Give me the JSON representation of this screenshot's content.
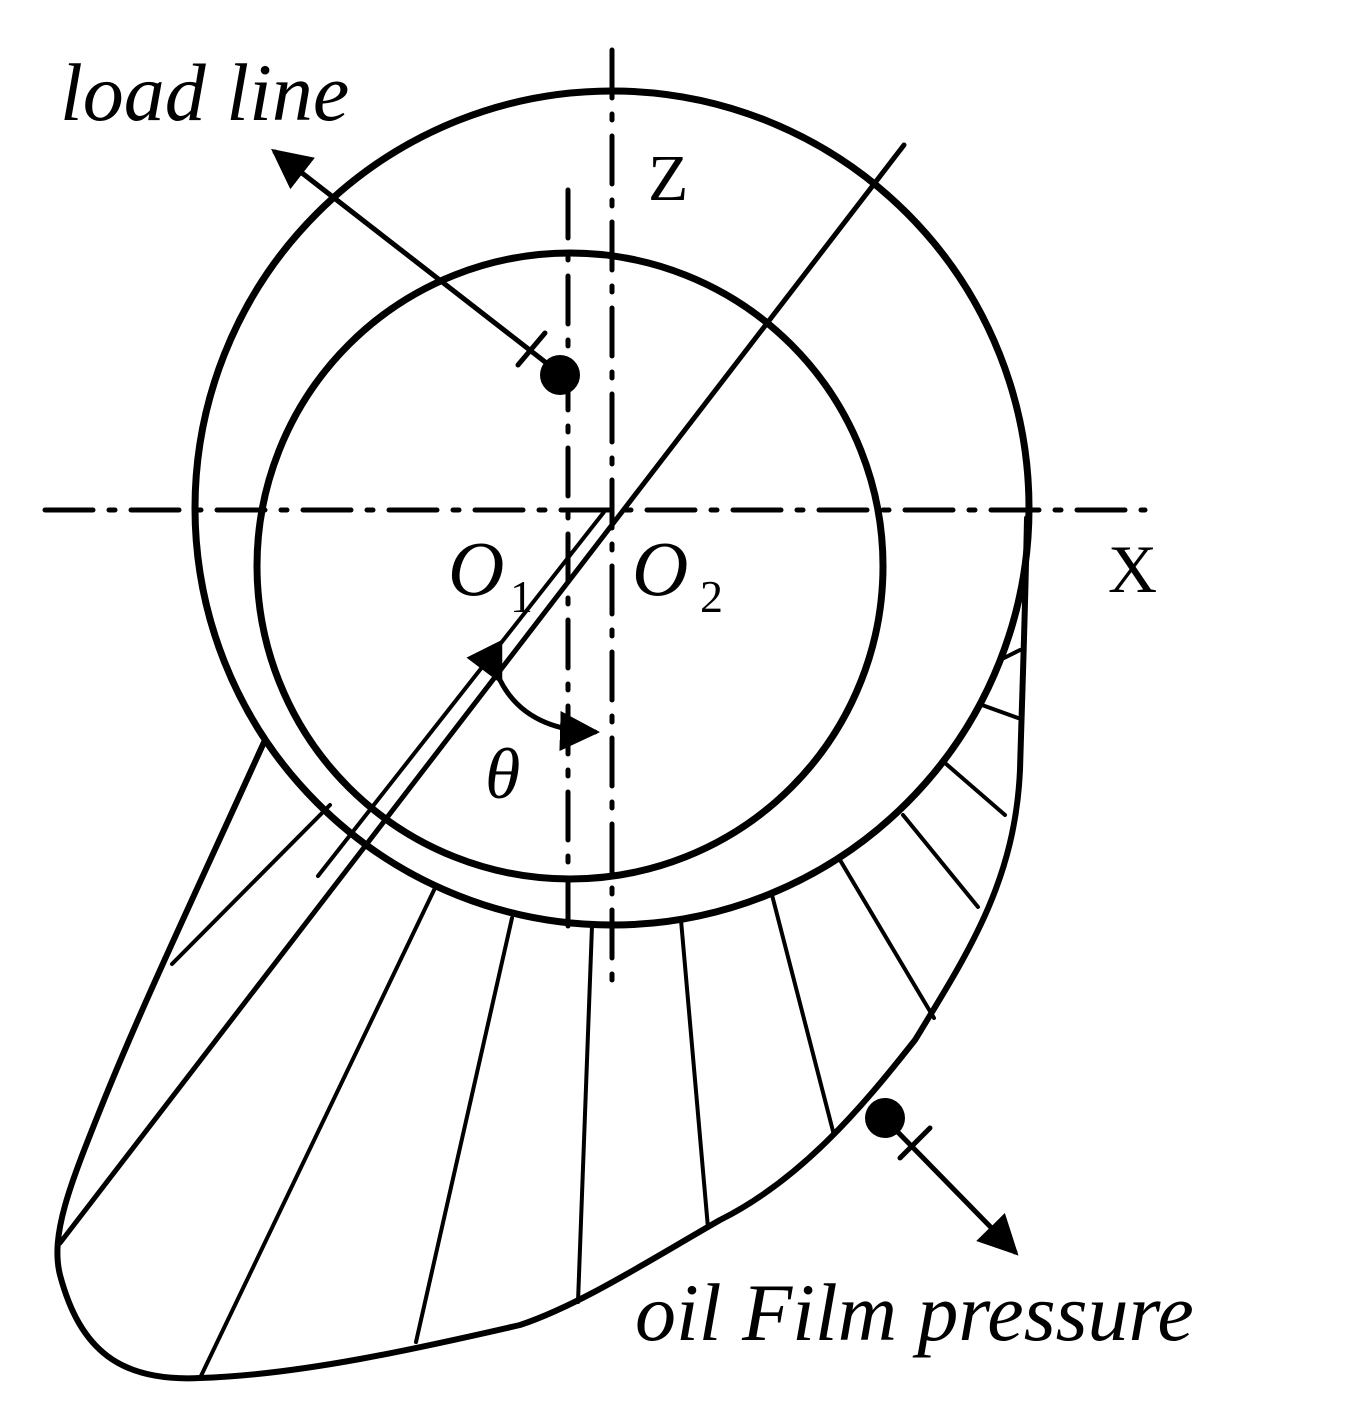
{
  "labels": {
    "load_line": "load line",
    "z_axis": "Z",
    "x_axis": "X",
    "o1_letter": "O",
    "o1_sub": "1",
    "o2_letter": "O",
    "o2_sub": "2",
    "theta": "θ",
    "oil_film_pressure": "oil Film pressure"
  },
  "colors": {
    "ink": "#000000",
    "background": "#ffffff"
  }
}
